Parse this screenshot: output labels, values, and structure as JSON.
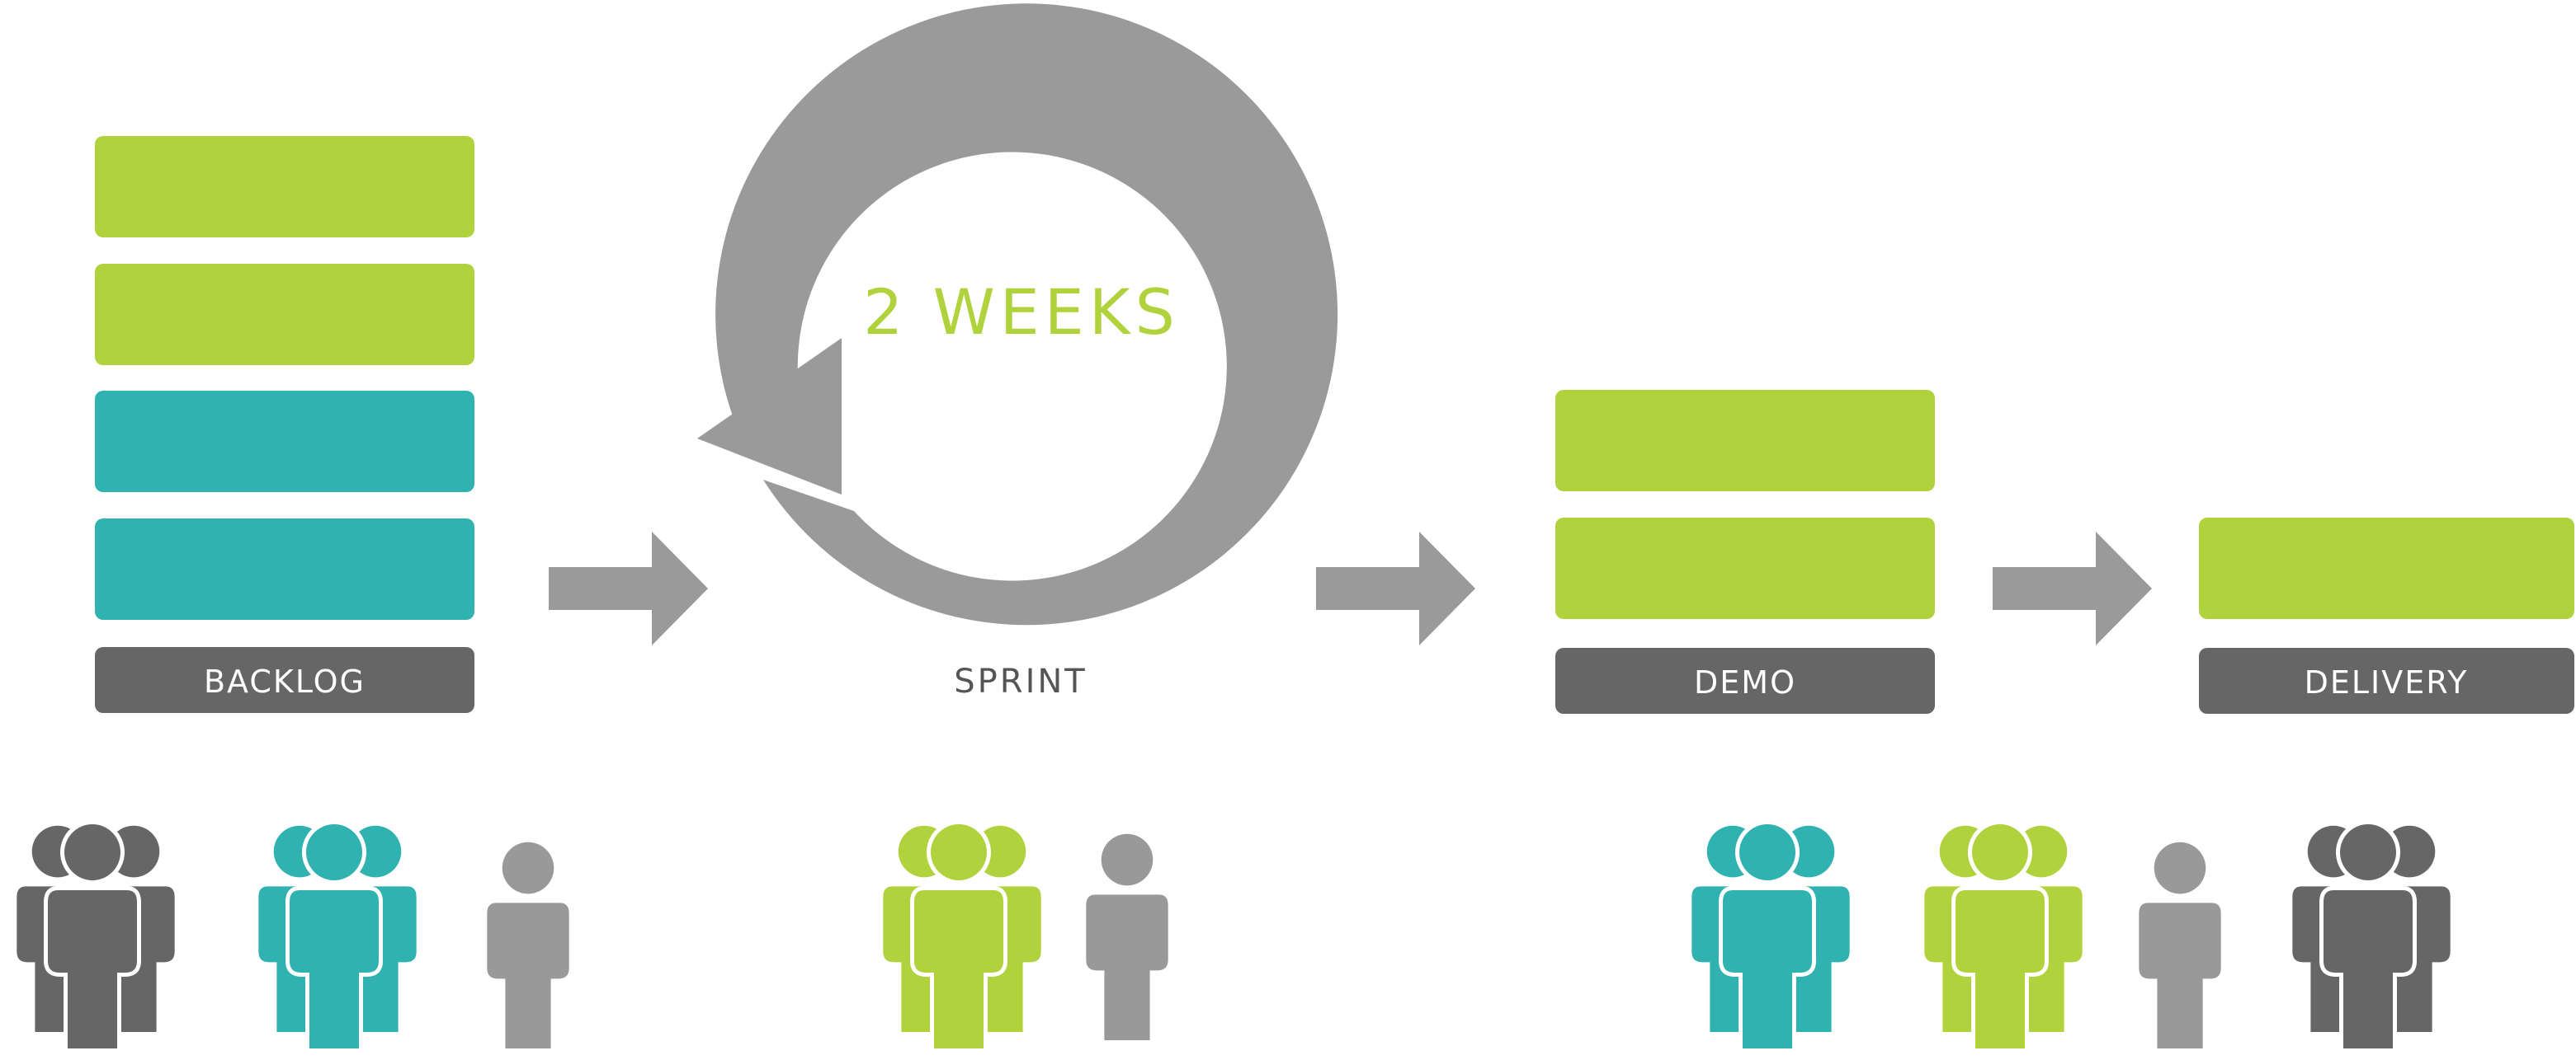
{
  "stages": {
    "backlog": {
      "label": "BACKLOG",
      "items": [
        "green",
        "green",
        "teal",
        "teal"
      ]
    },
    "sprint": {
      "label": "SPRINT",
      "duration": "2 WEEKS"
    },
    "demo": {
      "label": "DEMO",
      "items": [
        "green",
        "green"
      ]
    },
    "delivery": {
      "label": "DELIVERY",
      "items": [
        "green"
      ]
    }
  },
  "people_groups": {
    "backlog": [
      "dark-gray-group",
      "teal-group",
      "gray-single"
    ],
    "sprint": [
      "green-group",
      "gray-single"
    ],
    "delivery": [
      "teal-group",
      "green-group",
      "gray-single",
      "dark-gray-group"
    ]
  },
  "colors": {
    "green": "#b0d23c",
    "teal": "#30b2b0",
    "dark_gray": "#666666",
    "gray": "#999999",
    "arrow_gray": "#9a9a9a",
    "label_text": "#ffffff",
    "sprint_text": "#555555",
    "weeks_text": "#b0d23c"
  }
}
